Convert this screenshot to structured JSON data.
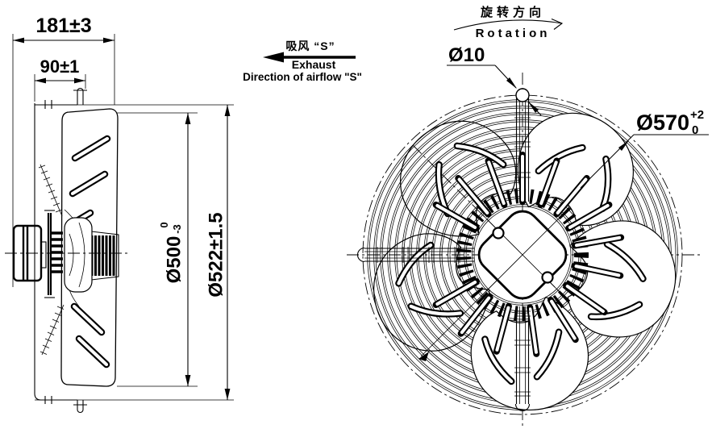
{
  "title": "Axial fan technical drawing",
  "colors": {
    "ink": "#000000",
    "paper": "#ffffff"
  },
  "side_view": {
    "dim_depth_total": "181±3",
    "dim_depth_front": "90±1",
    "dim_impeller": {
      "prefix": "Ø500",
      "sup": "0",
      "sub": "-3"
    },
    "dim_overall": "Ø522±1.5"
  },
  "front_view": {
    "dim_hole": "Ø10",
    "dim_ring": {
      "prefix": "Ø570",
      "sup": "+2",
      "sub": "0"
    }
  },
  "airflow_label": {
    "zh": "吸风 “S”",
    "line1": "Exhaust",
    "line2": "Direction of airflow \"S\""
  },
  "rotation_label": {
    "zh": "旋转方向",
    "en": "Rotation"
  }
}
